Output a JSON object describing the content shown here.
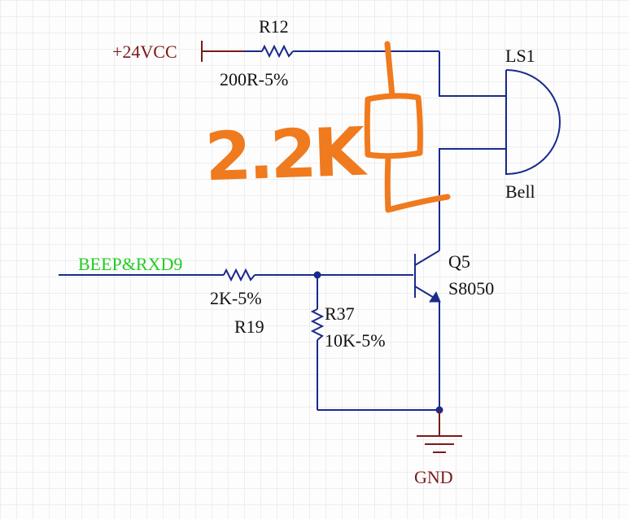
{
  "colors": {
    "wire": "#1a2a8c",
    "power": "#7a1a1a",
    "net_label": "#22cc22",
    "annotation": "#f07a1e",
    "text": "#111111"
  },
  "power": {
    "vcc": "+24VCC",
    "gnd": "GND"
  },
  "net": {
    "input": "BEEP&RXD9"
  },
  "parts": {
    "r12": {
      "ref": "R12",
      "value": "200R-5%"
    },
    "r19": {
      "ref": "R19",
      "value": "2K-5%"
    },
    "r37": {
      "ref": "R37",
      "value": "10K-5%"
    },
    "ls1": {
      "ref": "LS1",
      "value": "Bell"
    },
    "q5": {
      "ref": "Q5",
      "value": "S8050"
    }
  },
  "annotation": {
    "handwritten": "2.2K"
  }
}
